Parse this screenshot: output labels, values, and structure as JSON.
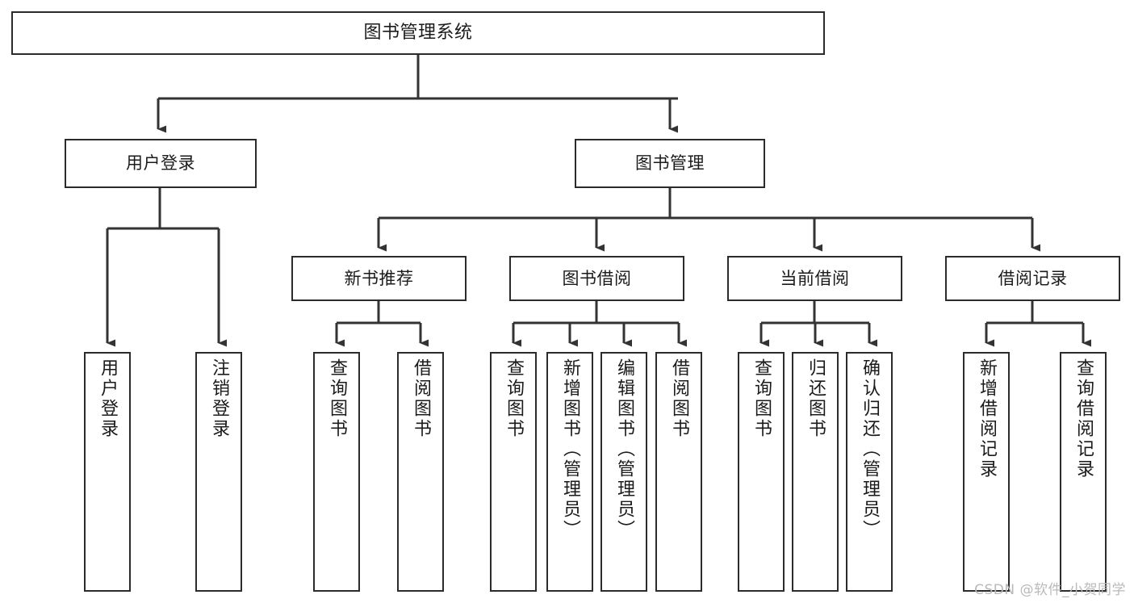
{
  "diagram": {
    "title": "图书管理系统",
    "type": "tree-hierarchy",
    "watermark": "CSDN @软件_小贺同学",
    "colors": {
      "border": "#2b2b2b",
      "background": "#ffffff",
      "text": "#1b1b1b",
      "edge": "#333333",
      "watermark": "#b9b9b9"
    },
    "root": {
      "label": "图书管理系统"
    },
    "level1": [
      {
        "label": "用户登录"
      },
      {
        "label": "图书管理"
      }
    ],
    "level2": [
      {
        "label": "新书推荐"
      },
      {
        "label": "图书借阅"
      },
      {
        "label": "当前借阅"
      },
      {
        "label": "借阅记录"
      }
    ],
    "leaves": {
      "user_login": [
        {
          "label": "用户登录"
        },
        {
          "label": "注销登录"
        }
      ],
      "new_book_recommend": [
        {
          "label": "查询图书"
        },
        {
          "label": "借阅图书"
        }
      ],
      "book_borrow": [
        {
          "label": "查询图书"
        },
        {
          "label": "新增图书（管理员）"
        },
        {
          "label": "编辑图书（管理员）"
        },
        {
          "label": "借阅图书"
        }
      ],
      "current_borrow": [
        {
          "label": "查询图书"
        },
        {
          "label": "归还图书"
        },
        {
          "label": "确认归还（管理员）"
        }
      ],
      "borrow_record": [
        {
          "label": "新增借阅记录"
        },
        {
          "label": "查询借阅记录"
        }
      ]
    }
  }
}
